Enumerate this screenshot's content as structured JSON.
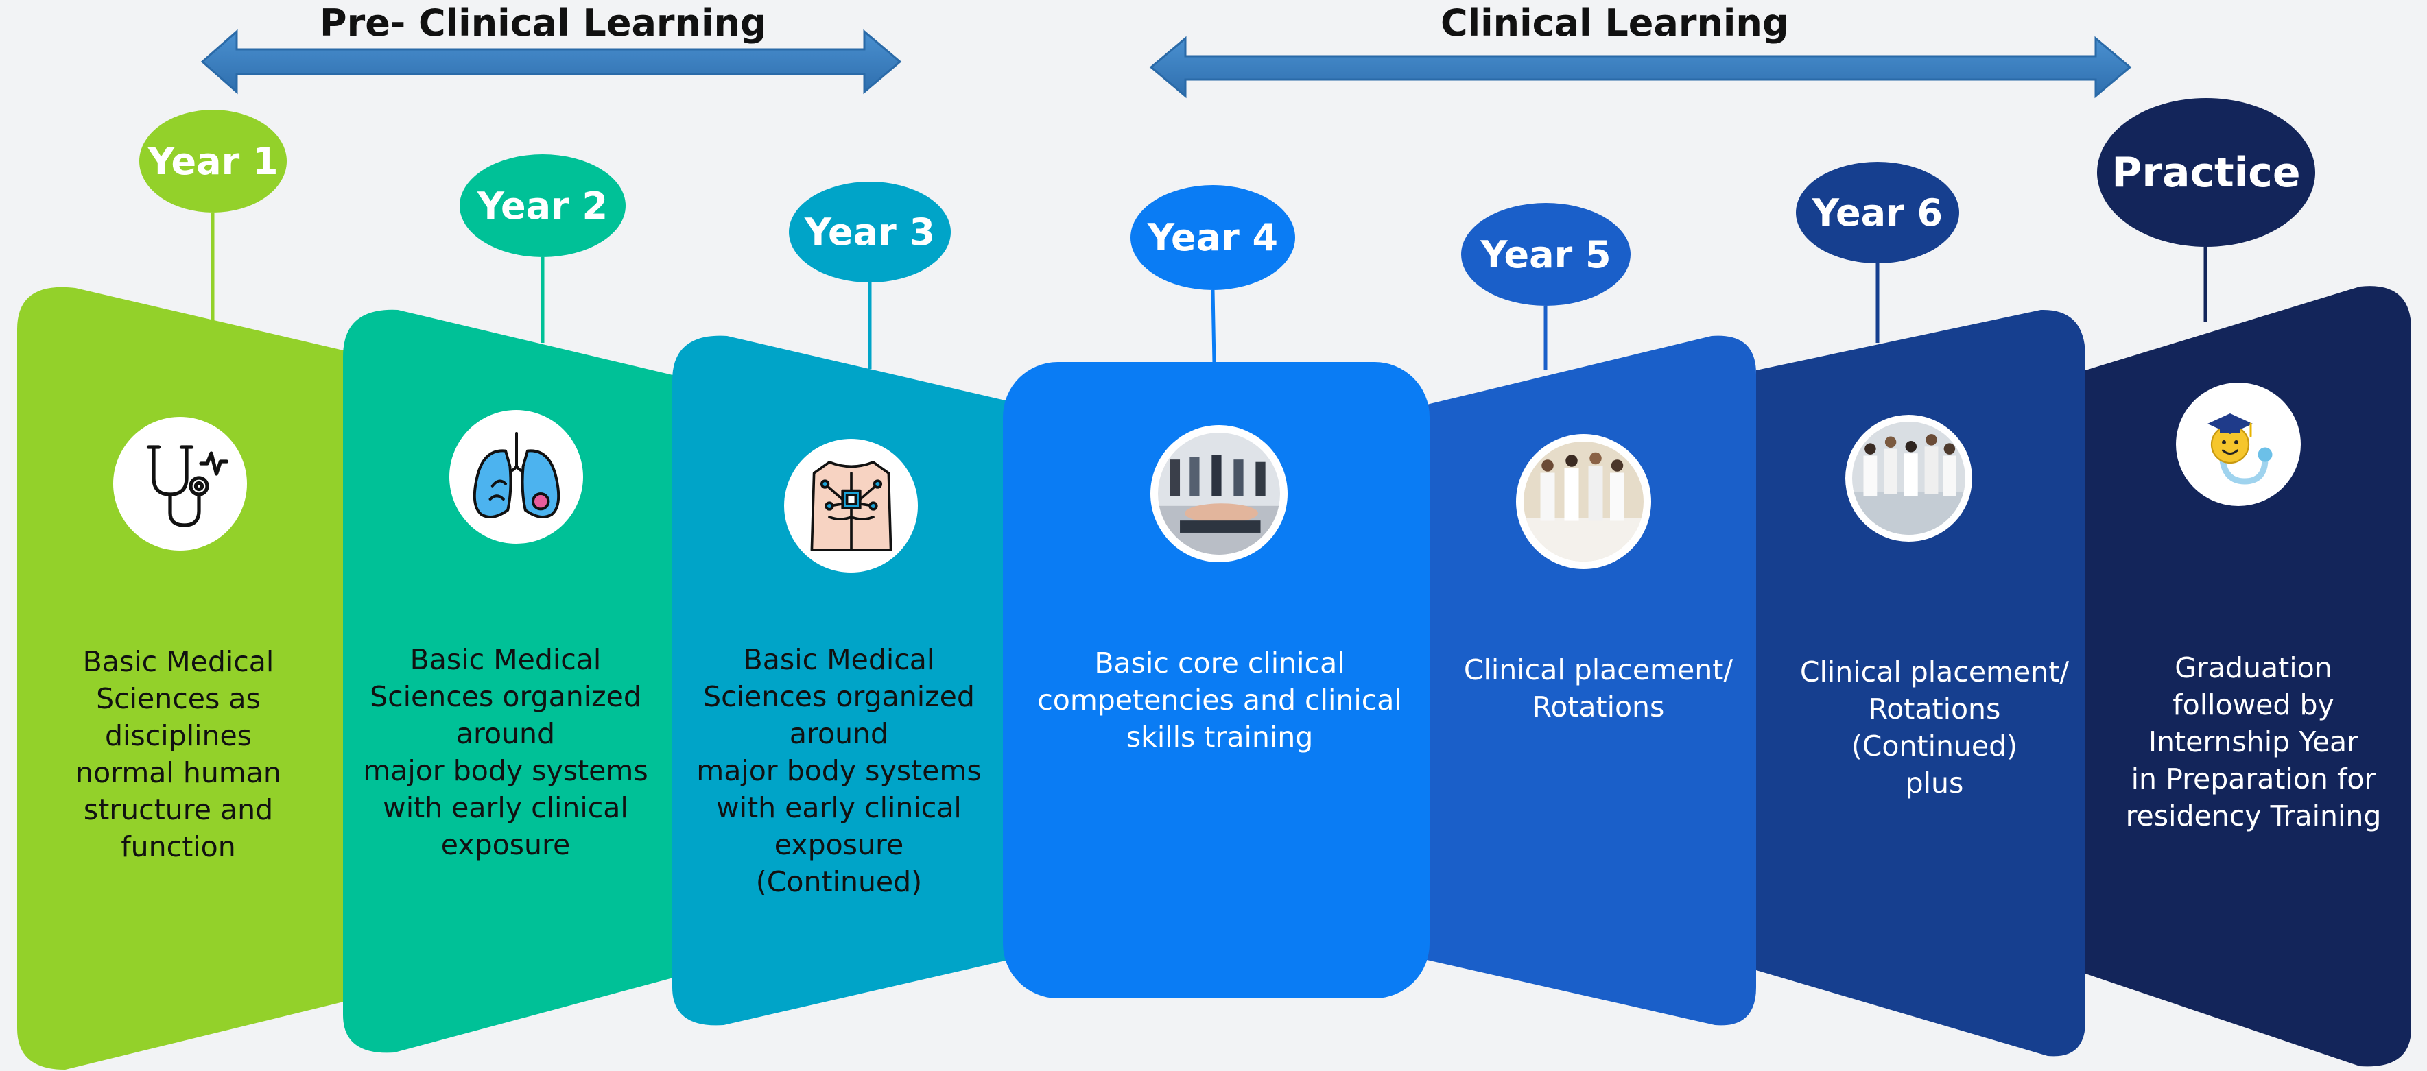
{
  "phases": {
    "preclinical": "Pre- Clinical Learning",
    "clinical": "Clinical Learning"
  },
  "colors": {
    "arrow": "#3a7fc1",
    "stage1": "#93d12a",
    "stage2": "#00c197",
    "stage3": "#00a4c8",
    "stage4": "#0a7cf4",
    "stage5": "#1a5fc9",
    "stage6": "#163f8f",
    "stage7": "#13255a"
  },
  "stages": [
    {
      "label": "Year 1",
      "icon": "stethoscope-icon",
      "text": "Basic Medical\nSciences as\ndisciplines\nnormal human\nstructure and\nfunction"
    },
    {
      "label": "Year 2",
      "icon": "lungs-icon",
      "text": "Basic Medical\nSciences organized\naround\nmajor body systems\nwith early clinical\nexposure"
    },
    {
      "label": "Year 3",
      "icon": "ecg-chest-icon",
      "text": "Basic Medical\nSciences organized\naround\nmajor body systems\nwith early clinical\nexposure\n(Continued)"
    },
    {
      "label": "Year 4",
      "icon": "simulation-training-photo",
      "text": "Basic core clinical\ncompetencies and clinical\nskills training"
    },
    {
      "label": "Year 5",
      "icon": "clinical-rotation-photo",
      "text": "Clinical placement/\nRotations"
    },
    {
      "label": "Year 6",
      "icon": "ward-round-photo",
      "text": "Clinical placement/\nRotations\n(Continued)\nplus"
    },
    {
      "label": "Practice",
      "icon": "graduate-doctor-icon",
      "text": "Graduation\nfollowed by\nInternship Year\nin Preparation for\nresidency Training"
    }
  ]
}
